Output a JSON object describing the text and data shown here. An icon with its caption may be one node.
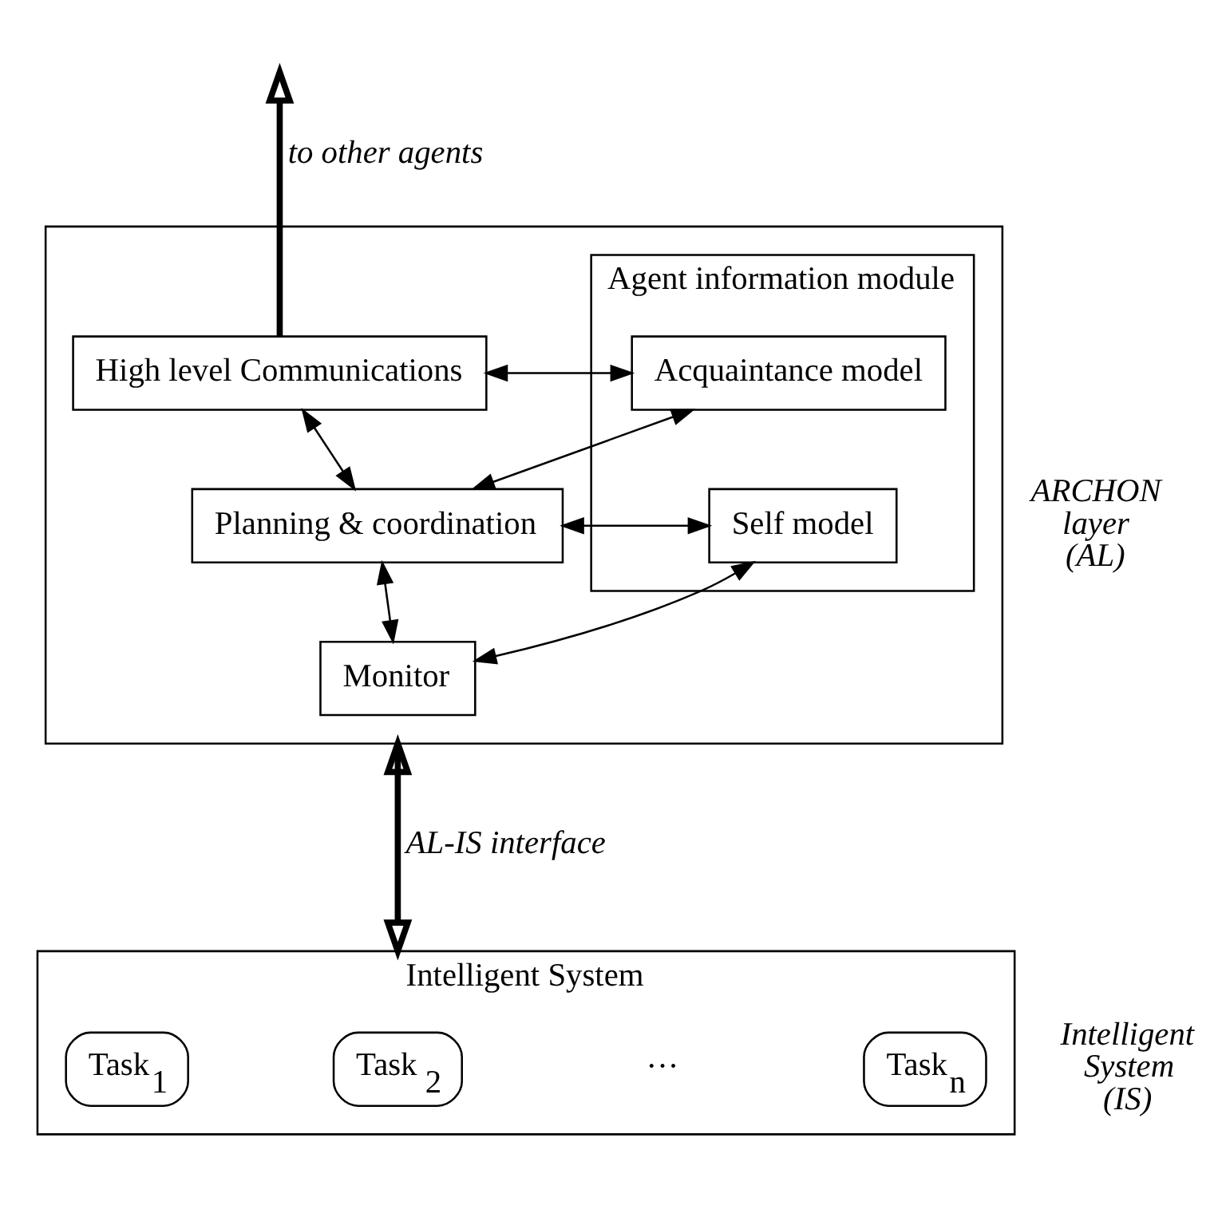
{
  "diagram": {
    "nodes": [
      {
        "text": [],
        "shape": "box",
        "beside": [
          "ARCHON layer (AL)"
        ]
      },
      {
        "text": [
          "High level Communications"
        ],
        "in": 0
      },
      {
        "text": [
          "Agent information module"
        ],
        "in": 0
      },
      {
        "text": [
          "Acquaintance model"
        ],
        "in": 2
      },
      {
        "text": [
          "Planning & coordination"
        ],
        "in": 0
      },
      {
        "text": [
          "Self model"
        ],
        "in": 2
      },
      {
        "text": [
          "Monitor"
        ],
        "in": 0
      },
      {
        "text": [
          "Intelligent System"
        ],
        "beside": [
          "Intelligent System (IS)"
        ]
      },
      {
        "text": [
          "Task$_{1}$"
        ],
        "in": 7
      },
      {
        "text": [
          "Task $_{2}$"
        ],
        "in": 7
      },
      {
        "text": [
          "Task$_{n}$"
        ],
        "in": 7
      }
    ],
    "edges": [
      {
        "from": 1,
        "to": null,
        "arrow": "to",
        "label": "to other agents",
        "style": "thick"
      },
      {
        "from": 1,
        "to": 3,
        "arrow": "both"
      },
      {
        "from": 1,
        "to": 4,
        "arrow": "both"
      },
      {
        "from": 4,
        "to": 3,
        "arrow": "both"
      },
      {
        "from": 4,
        "to": 5,
        "arrow": "both"
      },
      {
        "from": 4,
        "to": 6,
        "arrow": "both"
      },
      {
        "from": 5,
        "to": 6,
        "arrow": "both"
      },
      {
        "from": 0,
        "to": 7,
        "arrow": "both",
        "label": "AL-IS interface",
        "style": "thick"
      }
    ],
    "labels": [
      "···"
    ]
  }
}
